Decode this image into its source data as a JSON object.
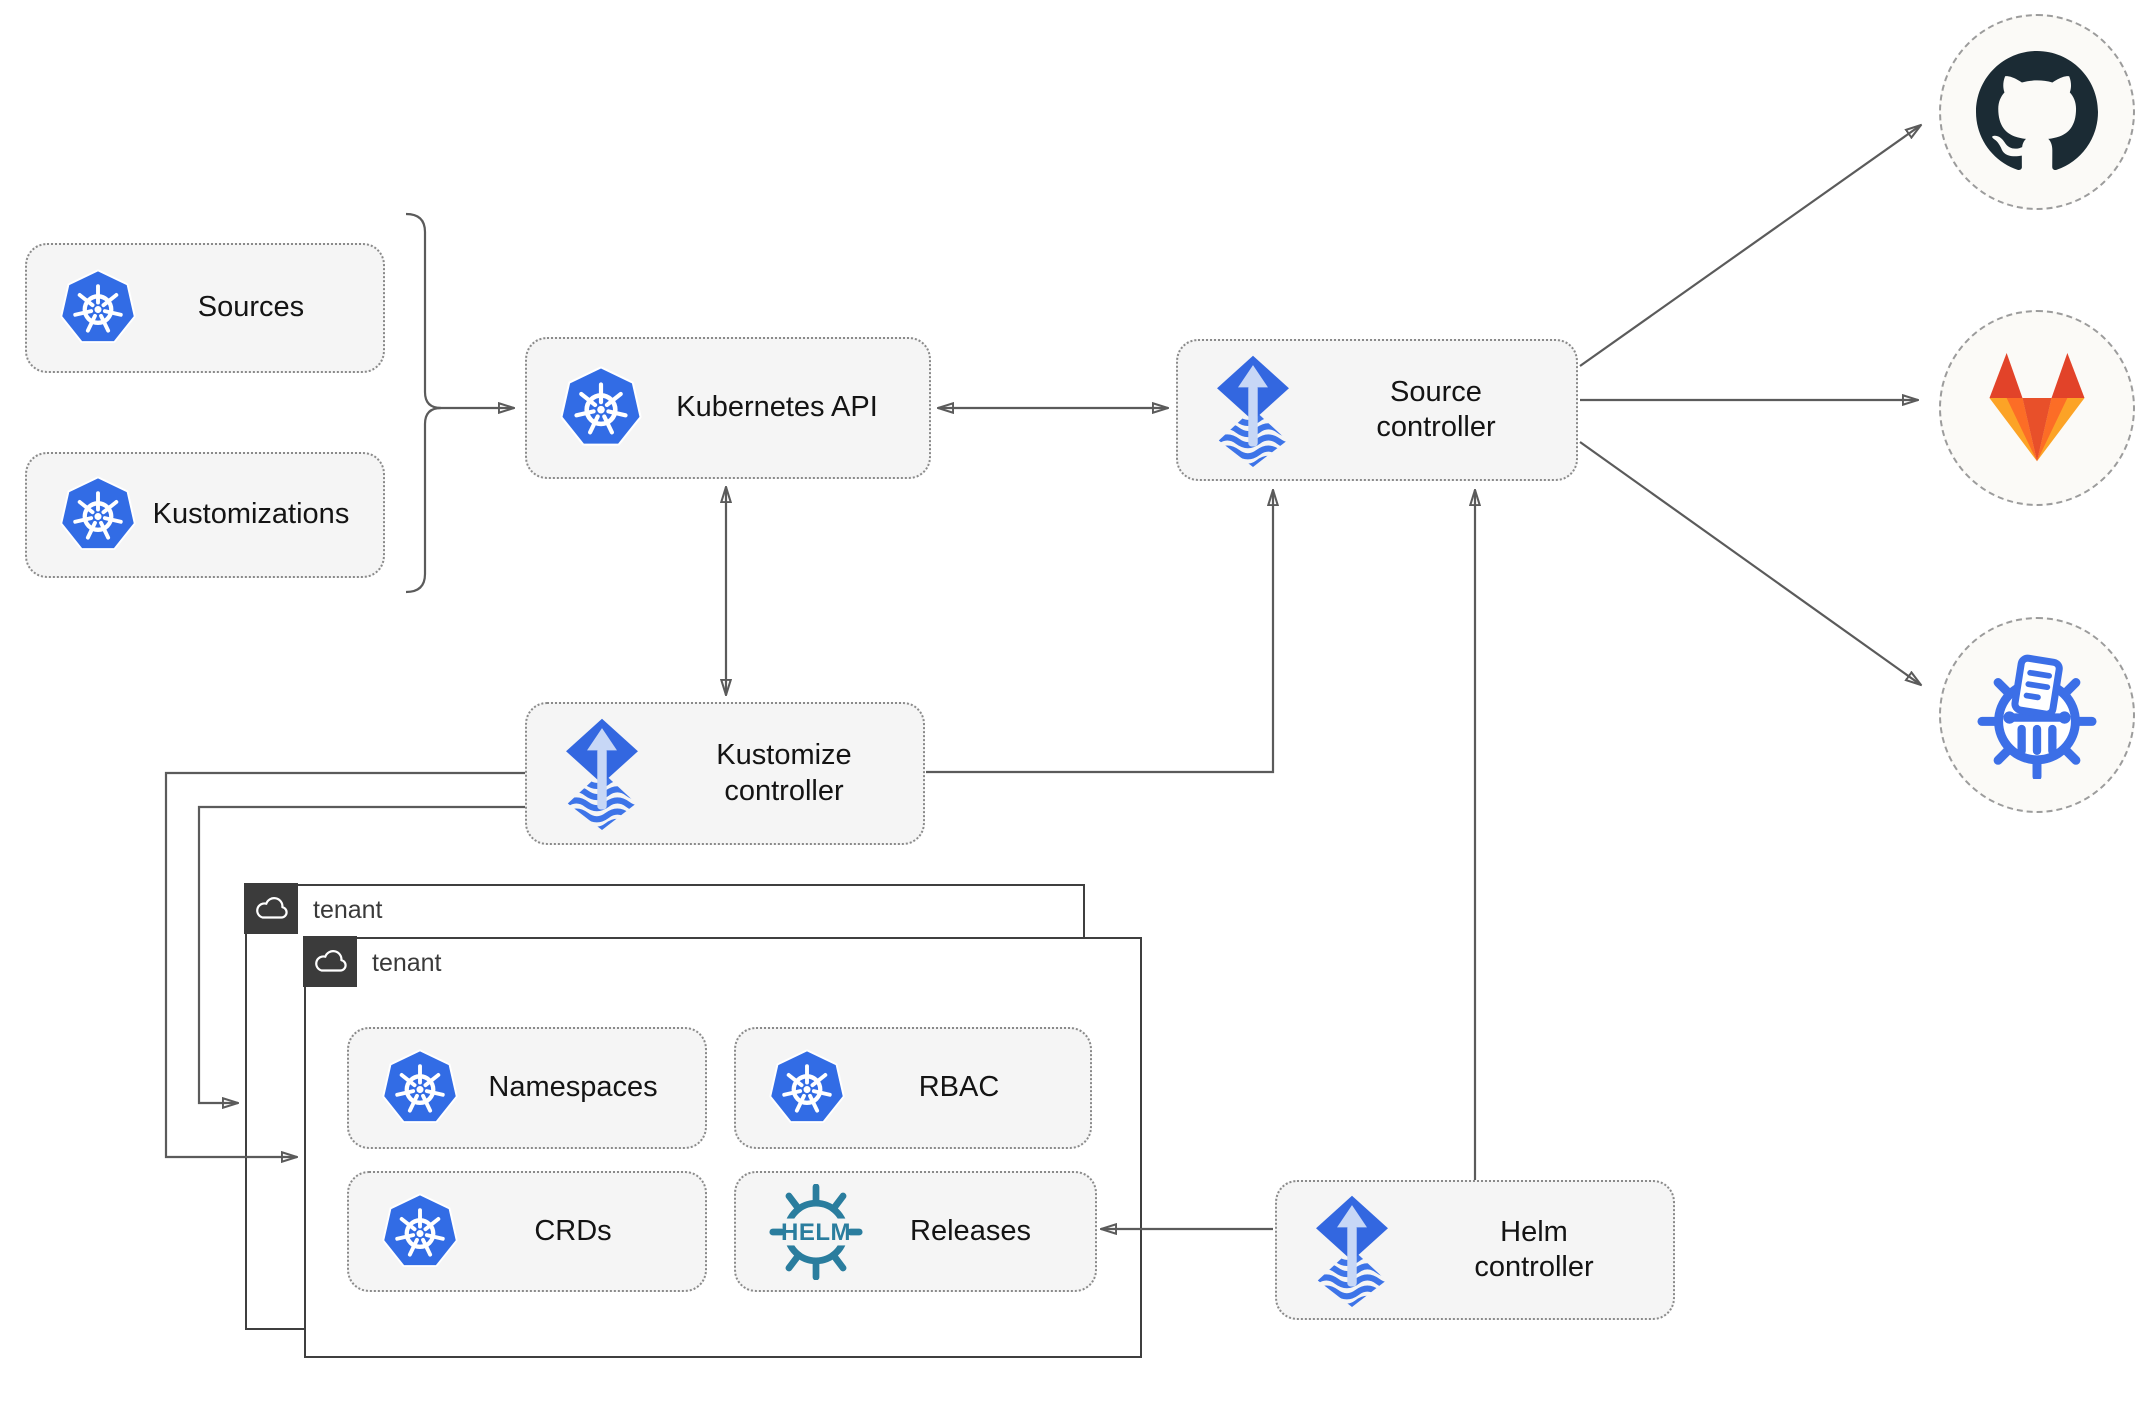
{
  "nodes": {
    "sources": "Sources",
    "kustomizations": "Kustomizations",
    "kubernetes_api": "Kubernetes API",
    "source_controller": "Source controller",
    "kustomize_controller": "Kustomize controller",
    "helm_controller": "Helm controller",
    "namespaces": "Namespaces",
    "rbac": "RBAC",
    "crds": "CRDs",
    "releases": "Releases"
  },
  "groups": {
    "back_tenant_label": "tenant",
    "front_tenant_label": "tenant"
  },
  "misc": {
    "helm_logo_text": "HELM"
  },
  "icons": {
    "resource_icon": "kubernetes-icon",
    "controller_icon": "flux-icon",
    "releases_icon": "helm-icon",
    "tenant_icon": "cloud-icon",
    "externals": [
      "github-icon",
      "gitlab-icon",
      "chartmuseum-icon"
    ]
  },
  "colors": {
    "kubernetes_blue": "#326CE5",
    "flux_blue": "#3367E0",
    "flux_wave_blue": "#3D74E8",
    "flux_arrow_pale": "#C7D7F6",
    "helm_teal": "#2A7D9E",
    "chartmuseum_blue": "#3C6FE7",
    "github_dark": "#1B2B34",
    "gitlab_red": "#E24329",
    "gitlab_orange": "#FC6D26",
    "gitlab_yellow": "#FCA326",
    "edge_gray": "#5b5b5b",
    "node_fill": "#F5F5F5",
    "tenant_border": "#3F3F3F"
  }
}
